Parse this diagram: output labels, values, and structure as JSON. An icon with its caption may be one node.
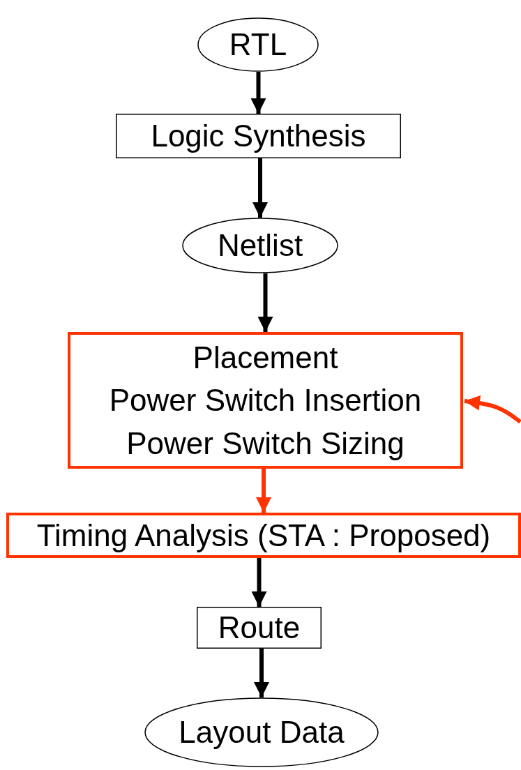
{
  "diagram": {
    "nodes": [
      {
        "text": [
          "RTL"
        ]
      },
      {
        "text": [
          "Logic Synthesis"
        ]
      },
      {
        "text": [
          "Netlist"
        ]
      },
      {
        "text": [
          "Placement",
          "Power Switch Insertion",
          "Power Switch Sizing"
        ]
      },
      {
        "text": [
          "Timing Analysis (STA : Proposed)"
        ]
      },
      {
        "text": [
          "Route"
        ]
      },
      {
        "text": [
          "Layout Data"
        ]
      }
    ],
    "edges": [
      {
        "from": 0,
        "to": 1,
        "arrow": "to"
      },
      {
        "from": 1,
        "to": 2,
        "arrow": "to"
      },
      {
        "from": 2,
        "to": 3,
        "arrow": "to"
      },
      {
        "from": 3,
        "to": 4,
        "arrow": "to",
        "color": "#ff3300"
      },
      {
        "from": 4,
        "to": 5,
        "arrow": "to"
      },
      {
        "from": 5,
        "to": 6,
        "arrow": "to"
      },
      {
        "from": null,
        "to": 3,
        "arrow": "to",
        "color": "#ff3300"
      }
    ]
  }
}
